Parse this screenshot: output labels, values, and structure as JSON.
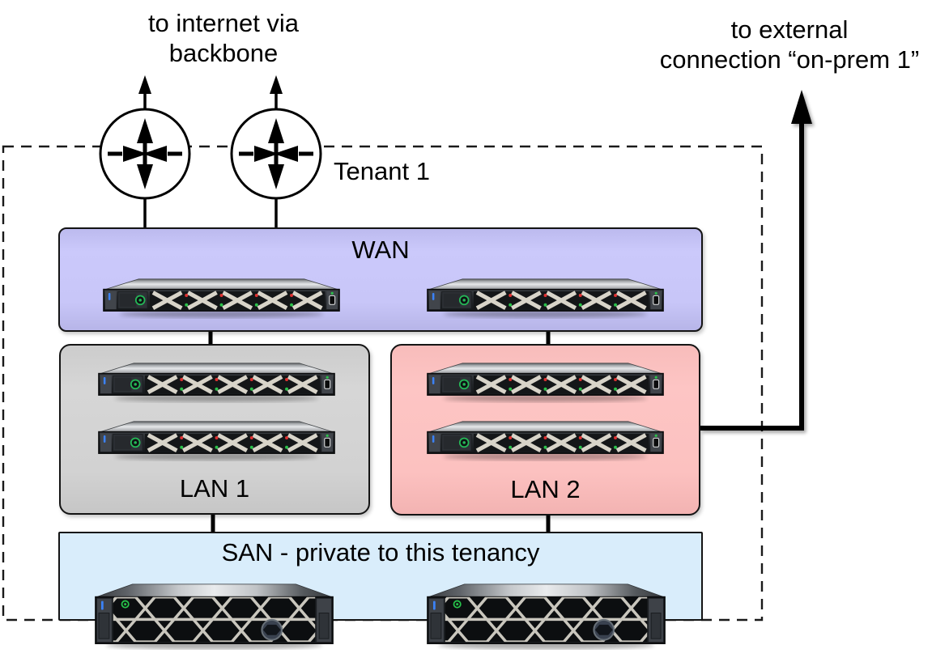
{
  "annotations": {
    "internet_caption": "to internet via\nbackbone",
    "external_caption": "to external\nconnection “on-prem 1”",
    "tenant_label": "Tenant 1"
  },
  "zones": {
    "wan": {
      "label": "WAN",
      "fill": "#c8c6f8"
    },
    "lan1": {
      "label": "LAN 1",
      "fill": "#d2d2d2"
    },
    "lan2": {
      "label": "LAN 2",
      "fill": "#fcc1c0"
    },
    "san": {
      "label": "SAN - private to this tenancy",
      "fill": "#d9edfb"
    }
  },
  "devices": {
    "router_count": 2,
    "wan_server_count": 2,
    "lan1_server_count": 2,
    "lan2_server_count": 2,
    "san_storage_count": 2
  },
  "colors": {
    "line": "#000000",
    "boundary_dash": "#1a1a1a",
    "led_green": "#2bc24a",
    "led_red": "#e03131",
    "led_blue": "#3b82f6"
  }
}
